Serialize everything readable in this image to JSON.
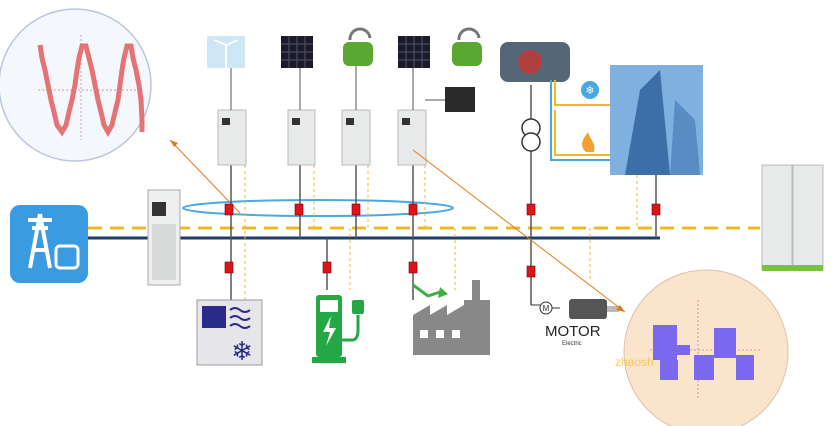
{
  "motor": {
    "label": "MOTOR",
    "sublabel": "Electric",
    "symbol": "M"
  },
  "watermark": "zhaosh",
  "colors": {
    "bus_dashed": "#f2b824",
    "bus_solid": "#1f3d6b",
    "breaker": "#e0131b",
    "grid_icon": "#3a9be0",
    "left_wave": "#e57373",
    "right_wave": "#7b68ee",
    "pointer": "#e07b1a",
    "ellipse": "#4aa8e0"
  },
  "icons": [
    "power-grid-icon",
    "wind-turbine-icon",
    "solar-panel-icon",
    "battery-icon",
    "inverter-cabinet-icon",
    "transformer-icon",
    "generator-icon",
    "snowflake-icon",
    "flame-icon",
    "building-icon",
    "hvac-load-icon",
    "ev-charger-icon",
    "factory-icon",
    "motor-icon"
  ]
}
